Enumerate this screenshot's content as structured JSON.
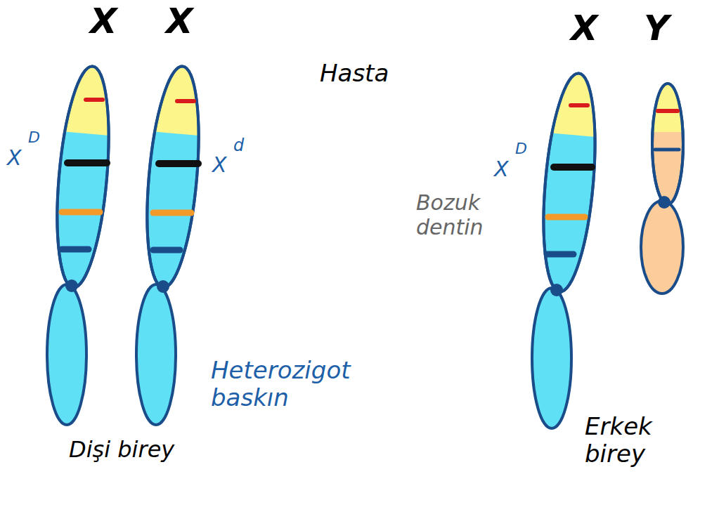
{
  "diagram": {
    "labels": [
      "X",
      "X",
      "X",
      "Y",
      "Hasta",
      "X",
      "D",
      "X",
      "d",
      "X",
      "D",
      "Bozuk dentin",
      "Heterozigot baskın",
      "Dişi birey",
      "Erkek birey"
    ]
  }
}
